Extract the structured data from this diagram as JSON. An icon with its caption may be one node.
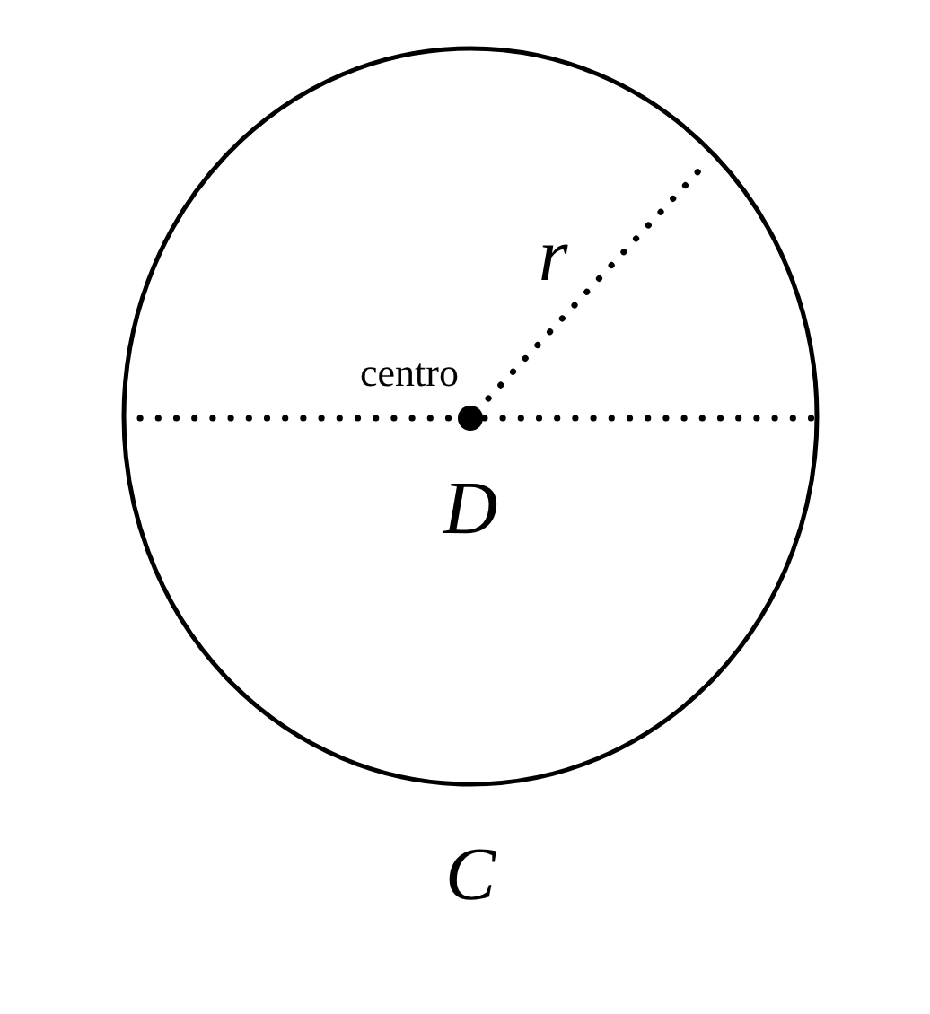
{
  "diagram": {
    "labels": [
      "r",
      "centro",
      "D",
      "C"
    ]
  }
}
